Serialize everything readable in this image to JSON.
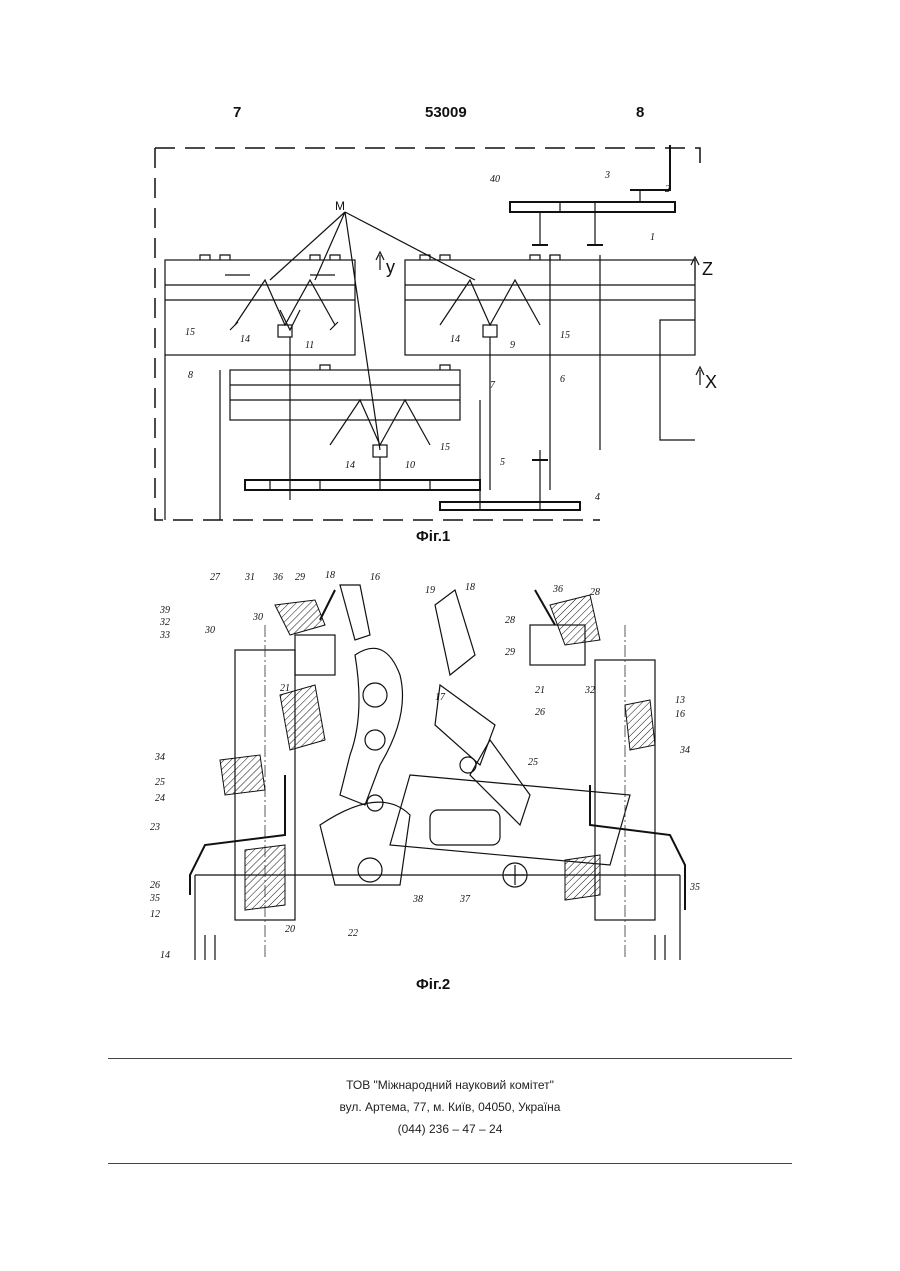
{
  "header": {
    "left_page": "7",
    "patent_number": "53009",
    "right_page": "8"
  },
  "fig1": {
    "caption": "Фіг.1",
    "axis_labels": {
      "y": "y",
      "z": "Z",
      "x": "X"
    },
    "label_m": "М",
    "numbers": [
      "1",
      "2",
      "3",
      "4",
      "5",
      "6",
      "7",
      "8",
      "9",
      "10",
      "11",
      "14",
      "14",
      "14",
      "15",
      "15",
      "15",
      "40"
    ]
  },
  "fig2": {
    "caption": "Фіг.2",
    "numbers": [
      "27",
      "31",
      "36",
      "29",
      "18",
      "16",
      "19",
      "18",
      "36",
      "28",
      "30",
      "28",
      "39",
      "32",
      "33",
      "30",
      "29",
      "21",
      "26",
      "21",
      "32",
      "13",
      "16",
      "17",
      "34",
      "34",
      "25",
      "25",
      "24",
      "23",
      "26",
      "35",
      "12",
      "14",
      "20",
      "22",
      "38",
      "37",
      "35"
    ]
  },
  "footer": {
    "line1": "ТОВ \"Міжнародний науковий комітет\"",
    "line2": "вул. Артема, 77, м. Київ, 04050, Україна",
    "line3": "(044) 236 – 47 – 24"
  }
}
